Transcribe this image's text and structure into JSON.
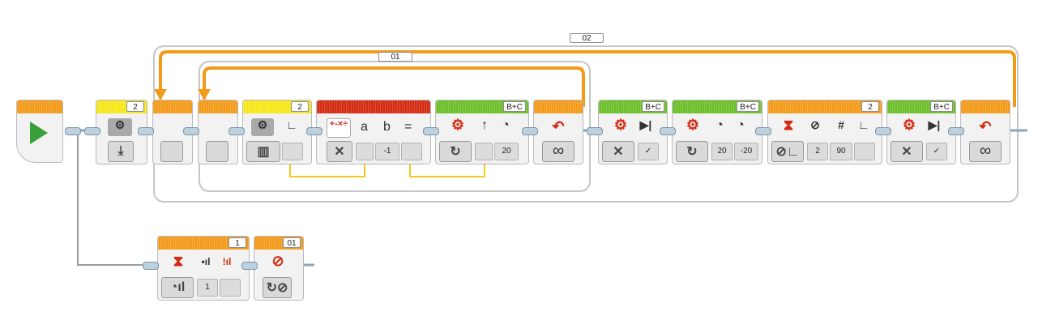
{
  "loops": {
    "outer_label": "02",
    "inner_label": "01"
  },
  "blocks": {
    "brick_file": {
      "port": "2"
    },
    "gyro_compare": {
      "port": "2"
    },
    "math": {
      "op_a": "a",
      "op_b": "b",
      "op_eq": "=",
      "b_value": "-1"
    },
    "steering_1": {
      "port": "B+C",
      "power": "20"
    },
    "steering_stop_1": {
      "port": "B+C"
    },
    "tank": {
      "port": "B+C",
      "left": "20",
      "right": "-20"
    },
    "wait_gyro": {
      "port": "2",
      "hash": "#",
      "mode_val": "2",
      "threshold": "90"
    },
    "steering_stop_2": {
      "port": "B+C"
    },
    "wait_sensor": {
      "port": "1",
      "value": "1"
    },
    "loop_interrupt": {
      "name": "01"
    }
  },
  "colors": {
    "action_green": "#6cbf2a",
    "flow_orange": "#f39a19",
    "sensor_yellow": "#f6e71a",
    "data_red": "#d42a12",
    "wire_yellow": "#f6c91a"
  }
}
